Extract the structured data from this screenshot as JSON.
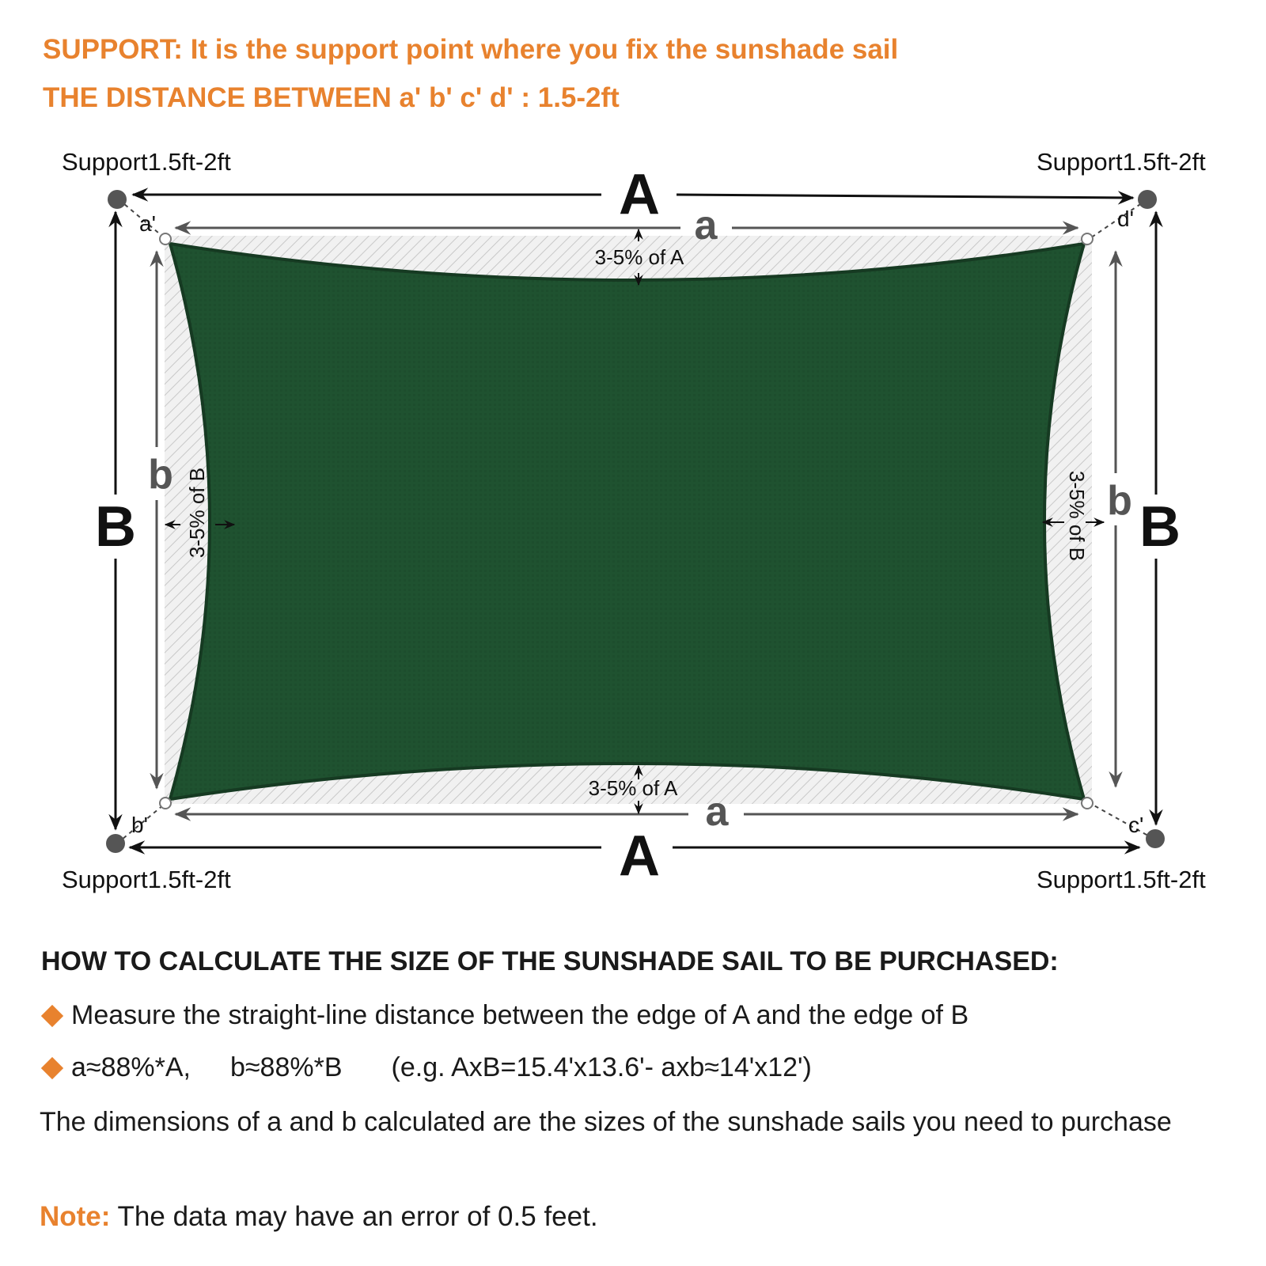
{
  "header": {
    "line1": "SUPPORT: It is the support point where you fix the sunshade sail",
    "line2": "THE DISTANCE BETWEEN a' b' c' d'  : 1.5-2ft"
  },
  "diagram": {
    "support_label": "Support1.5ft-2ft",
    "big_A": "A",
    "big_B": "B",
    "small_a": "a",
    "small_b": "b",
    "corner_a": "a'",
    "corner_b": "b'",
    "corner_c": "c'",
    "corner_d": "d'",
    "sag_A": "3-5% of A",
    "sag_B": "3-5% of B",
    "sail_color": "#1f5230",
    "support_color": "#555555",
    "accent_color": "#e8822e"
  },
  "calc": {
    "title": "HOW TO CALCULATE THE SIZE OF THE  SUNSHADE SAIL TO BE PURCHASED:",
    "bullet1": "Measure the straight-line distance between the edge of A and the edge of B",
    "bullet2_a": "a≈88%*A,",
    "bullet2_b": "b≈88%*B",
    "bullet2_c": "(e.g. AxB=15.4'x13.6'- axb≈14'x12')",
    "paragraph": "The dimensions of a and b calculated are the sizes of the sunshade sails you need to purchase",
    "note_label": "Note:",
    "note_text": " The data may have an error of 0.5 feet."
  }
}
